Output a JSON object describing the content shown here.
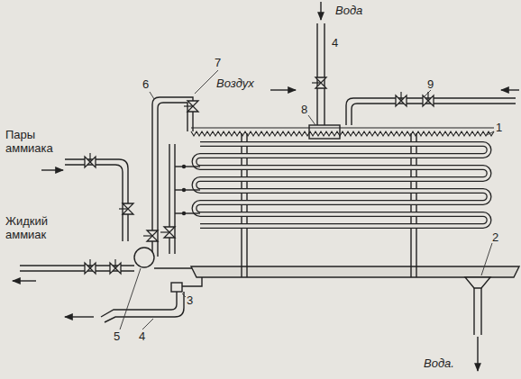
{
  "diagram": {
    "labels": [
      "Вода",
      "Воздух",
      "Пары аммиака",
      "Жидкий аммиак",
      "Вода.",
      "1",
      "2",
      "3",
      "4",
      "4",
      "5",
      "6",
      "7",
      "8",
      "9"
    ]
  }
}
